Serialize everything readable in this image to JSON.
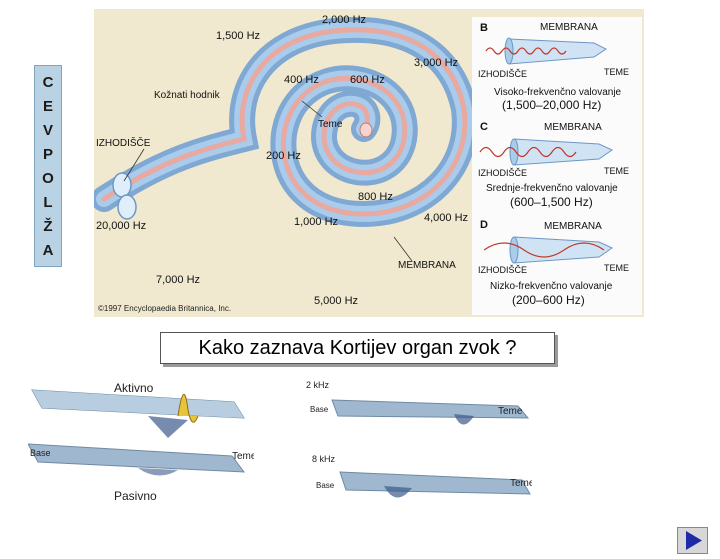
{
  "side_label": [
    "C",
    "E",
    "V",
    "P",
    "O",
    "L",
    "Ž",
    "A"
  ],
  "cochlea": {
    "freq_labels": {
      "f2000": "2,000 Hz",
      "f1500": "1,500 Hz",
      "f3000": "3,000 Hz",
      "f400": "400 Hz",
      "f600": "600 Hz",
      "f200": "200 Hz",
      "f800": "800 Hz",
      "f1000": "1,000 Hz",
      "f4000": "4,000 Hz",
      "f20000": "20,000 Hz",
      "f7000": "7,000 Hz",
      "f5000": "5,000 Hz"
    },
    "kozni_hodnik": "Kožnati hodnik",
    "teme": "Teme",
    "izhodisce": "IZHODIŠČE",
    "membrana": "MEMBRANA",
    "copyright": "©1997 Encyclopaedia Britannica, Inc."
  },
  "panels": [
    {
      "letter": "B",
      "membrana": "MEMBRANA",
      "izhodisce": "IZHODIŠČE",
      "teme": "TEME",
      "wave": "Visoko-frekvenčno valovanje",
      "range": "(1,500–20,000 Hz)"
    },
    {
      "letter": "C",
      "membrana": "MEMBRANA",
      "izhodisce": "IZHODIŠČE",
      "teme": "TEME",
      "wave": "Srednje-frekvenčno valovanje",
      "range": "(600–1,500 Hz)"
    },
    {
      "letter": "D",
      "membrana": "MEMBRANA",
      "izhodisce": "IZHODIŠČE",
      "teme": "TEME",
      "wave": "Nizko-frekvenčno valovanje",
      "range": "(200–600 Hz)"
    }
  ],
  "caption": "Kako zaznava Kortijev organ zvok ?",
  "left_model": {
    "aktivno": "Aktivno",
    "pasivno": "Pasivno",
    "base": "Base",
    "teme": "Teme"
  },
  "right_model": {
    "top": {
      "freq": "2 kHz",
      "base": "Base",
      "teme": "Teme"
    },
    "bottom": {
      "freq": "8 kHz",
      "base": "Base",
      "teme": "Teme"
    }
  },
  "colors": {
    "spiral_outer": "#8fb8e0",
    "spiral_inner": "#e8a9a0",
    "panel_bg": "#fbfbfb",
    "figure_bg": "#f1e9cf",
    "nav": "#1f2aa8"
  }
}
